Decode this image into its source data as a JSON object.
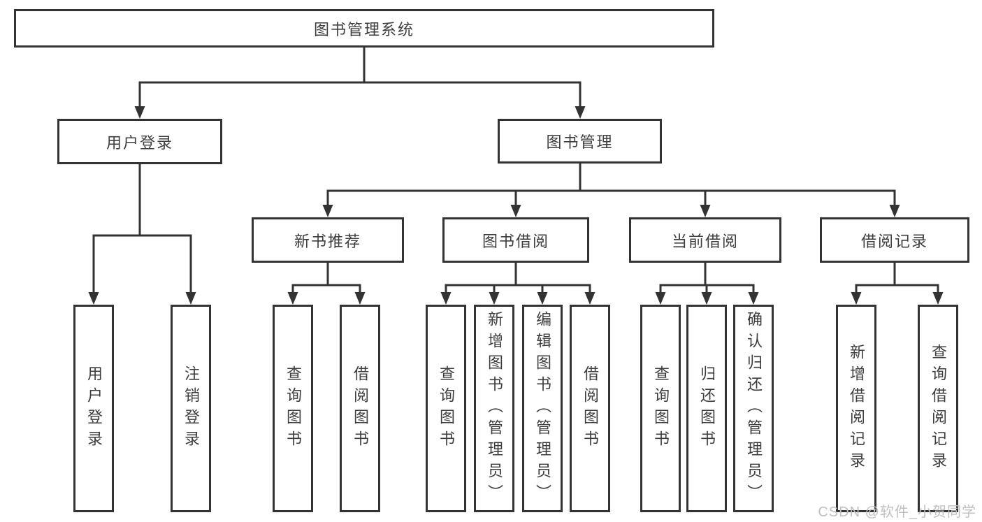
{
  "diagram": {
    "root": "图书管理系统",
    "level2": {
      "user_login": "用户登录",
      "book_mgmt": "图书管理"
    },
    "level3": {
      "new_book_rec": "新书推荐",
      "book_borrow": "图书借阅",
      "current_borrow": "当前借阅",
      "borrow_records": "借阅记录"
    },
    "leaves": {
      "g1": [
        "用户登录",
        "注销登录"
      ],
      "g2": [
        "查询图书",
        "借阅图书"
      ],
      "g3": [
        "查询图书",
        "新增图书（管理员）",
        "编辑图书（管理员）",
        "借阅图书"
      ],
      "g4": [
        "查询图书",
        "归还图书",
        "确认归还（管理员）"
      ],
      "g5": [
        "新增借阅记录",
        "查询借阅记录"
      ]
    }
  },
  "watermark": "CSDN @软件_小贺同学",
  "colors": {
    "line": "#333333",
    "text": "#3d3d3d",
    "watermark": "#bfbfbf",
    "background": "#ffffff"
  }
}
